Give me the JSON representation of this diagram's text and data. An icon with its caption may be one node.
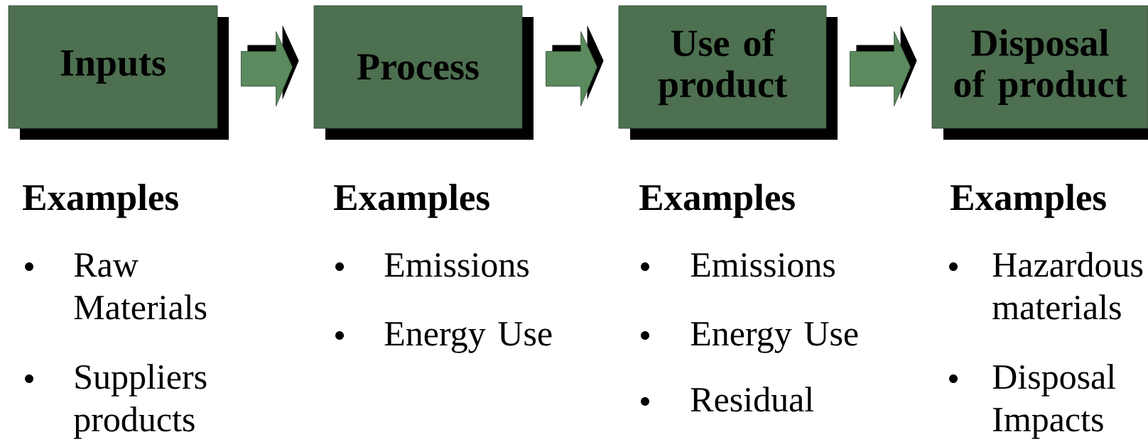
{
  "diagram": {
    "nodes": [
      {
        "text": [
          "Inputs"
        ],
        "beside": [
          "Examples",
          "Raw Materials",
          "Suppliers products"
        ]
      },
      {
        "text": [
          "Process"
        ],
        "beside": [
          "Examples",
          "Emissions",
          "Energy Use"
        ]
      },
      {
        "text": [
          "Use of product"
        ],
        "beside": [
          "Examples",
          "Emissions",
          "Energy Use",
          "Residual"
        ]
      },
      {
        "text": [
          "Disposal of product"
        ],
        "beside": [
          "Examples",
          "Hazardous materials",
          "Disposal Impacts"
        ]
      }
    ],
    "edges": [
      {
        "from": 0,
        "to": 1,
        "arrow": "to"
      },
      {
        "from": 1,
        "to": 2,
        "arrow": "to"
      },
      {
        "from": 2,
        "to": 3,
        "arrow": "to"
      }
    ]
  }
}
